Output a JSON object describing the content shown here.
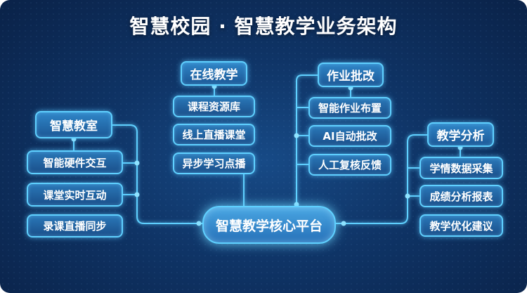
{
  "title": "智慧校园 · 智慧教学业务架构",
  "core": "智慧教学核心平台",
  "groups": {
    "online": {
      "head": "在线教学",
      "items": [
        "课程资源库",
        "线上直播课堂",
        "异步学习点播"
      ]
    },
    "homework": {
      "head": "作业批改",
      "items": [
        "智能作业布置",
        "AI自动批改",
        "人工复核反馈"
      ]
    },
    "classroom": {
      "head": "智慧教室",
      "items": [
        "智能硬件交互",
        "课堂实时互动",
        "录课直播同步"
      ]
    },
    "analysis": {
      "head": "教学分析",
      "items": [
        "学情数据采集",
        "成绩分析报表",
        "教学优化建议"
      ]
    }
  },
  "colors": {
    "background": "#0f3466",
    "line": "#5fd0ff",
    "text": "#ffffff"
  }
}
